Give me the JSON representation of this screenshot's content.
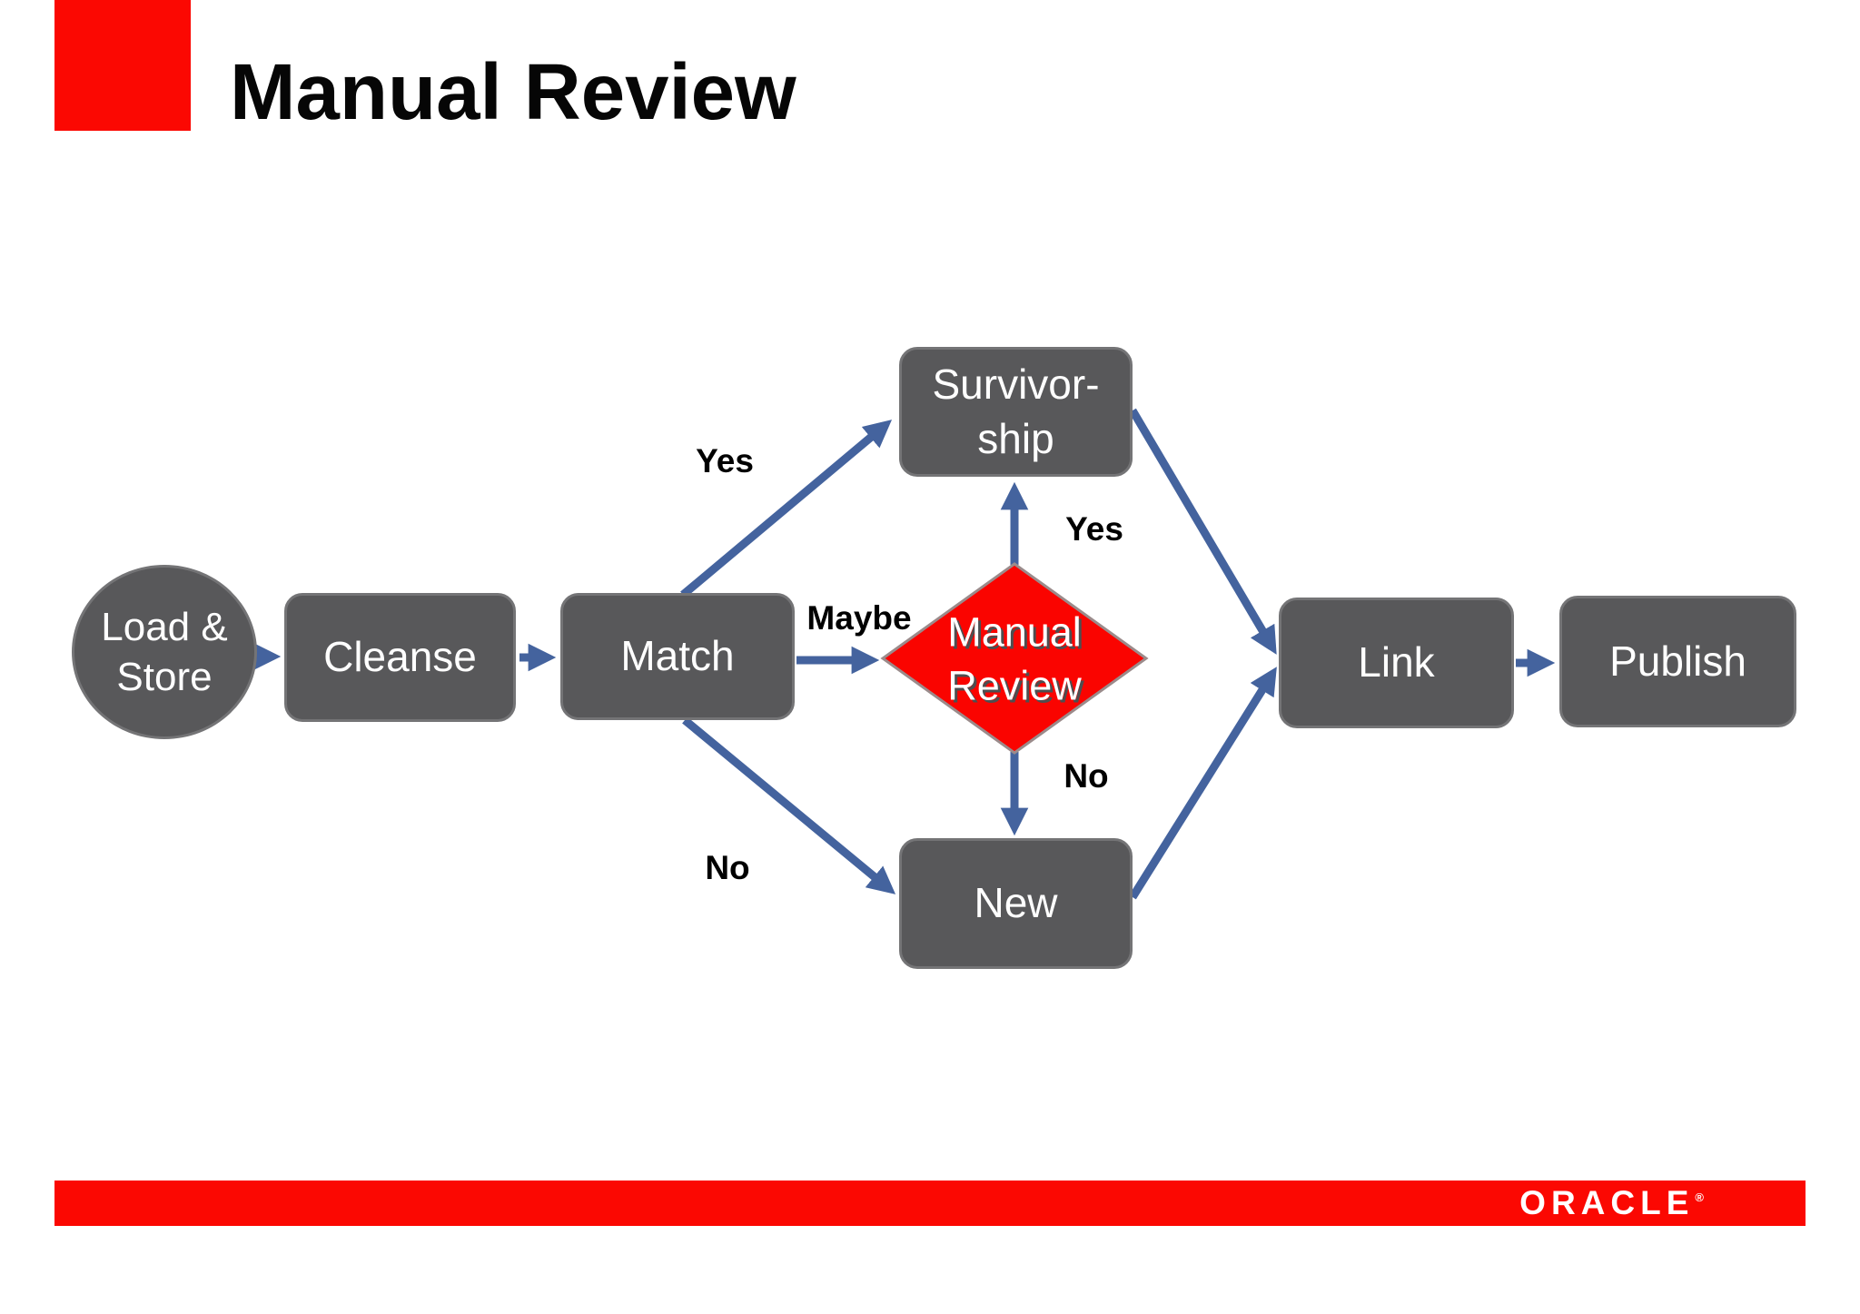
{
  "slide": {
    "title": "Manual Review",
    "footer": {
      "logo": "ORACLE",
      "registered_mark": "®"
    },
    "colors": {
      "brand_red": "#FB0802",
      "background": "#FFFFFF",
      "title_text": "#060606"
    }
  },
  "diagram": {
    "colors": {
      "node_fill": "#58585A",
      "node_border": "#747476",
      "node_text": "#FFFFFF",
      "connector_blue": "#44639E",
      "diamond_fill": "#FA0400",
      "diamond_border": "#9B8B8B",
      "edge_label_text": "#000000"
    },
    "nodes": {
      "load_store": {
        "label": "Load &\nStore",
        "shape": "ellipse"
      },
      "cleanse": {
        "label": "Cleanse",
        "shape": "rounded-rectangle"
      },
      "match": {
        "label": "Match",
        "shape": "rounded-rectangle"
      },
      "survivorship": {
        "label": "Survivor-\nship",
        "shape": "rounded-rectangle"
      },
      "manual_review": {
        "label": "Manual\nReview",
        "shape": "diamond"
      },
      "new": {
        "label": "New",
        "shape": "rounded-rectangle"
      },
      "link": {
        "label": "Link",
        "shape": "rounded-rectangle"
      },
      "publish": {
        "label": "Publish",
        "shape": "rounded-rectangle"
      }
    },
    "edge_labels": {
      "match_to_survivorship": "Yes",
      "match_to_manual_review": "Maybe",
      "manual_review_to_survivorship": "Yes",
      "manual_review_to_new": "No",
      "match_to_new": "No"
    }
  }
}
